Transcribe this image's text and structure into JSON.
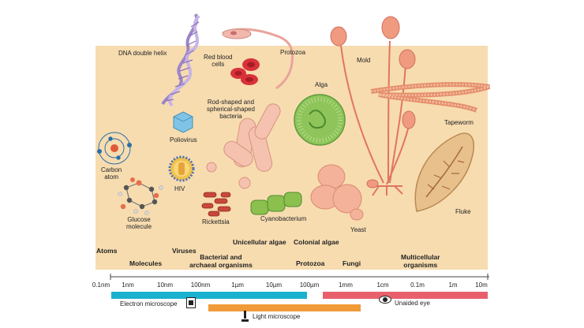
{
  "organisms": {
    "dna": "DNA double helix",
    "rbc": "Red blood\ncells",
    "protozoa": "Protozoa",
    "mold": "Mold",
    "rod": "Rod-shaped and\nspherical-shaped\nbacteria",
    "alga": "Alga",
    "poliovirus": "Poliovirus",
    "carbon": "Carbon\natom",
    "hiv": "HIV",
    "glucose": "Glucose\nmolecule",
    "rickettsia": "Rickettsia",
    "cyanobacterium": "Cyanobacterium",
    "yeast": "Yeast",
    "tapeworm": "Tapeworm",
    "fluke": "Fluke"
  },
  "categories": {
    "atoms": "Atoms",
    "molecules": "Molecules",
    "viruses": "Viruses",
    "bacterial": "Bacterial and\narchaeal organisms",
    "unicellular": "Unicellular algae",
    "colonial": "Colonial algae",
    "protozoa": "Protozoa",
    "fungi": "Fungi",
    "multicellular": "Multicellular\norganisms"
  },
  "scale": {
    "ticks": [
      "0.1nm",
      "1nm",
      "10nm",
      "100nm",
      "1µm",
      "10µm",
      "100µm",
      "1mm",
      "1cm",
      "0.1m",
      "1m",
      "10m"
    ]
  },
  "legend": {
    "electron": "Electron microscope",
    "light": "Light microscope",
    "eye": "Unaided eye"
  },
  "colors": {
    "background": "#f7dcb0",
    "electron_bar": "#1ab1cf",
    "light_bar": "#f09a3a",
    "eye_bar": "#e8606c"
  }
}
